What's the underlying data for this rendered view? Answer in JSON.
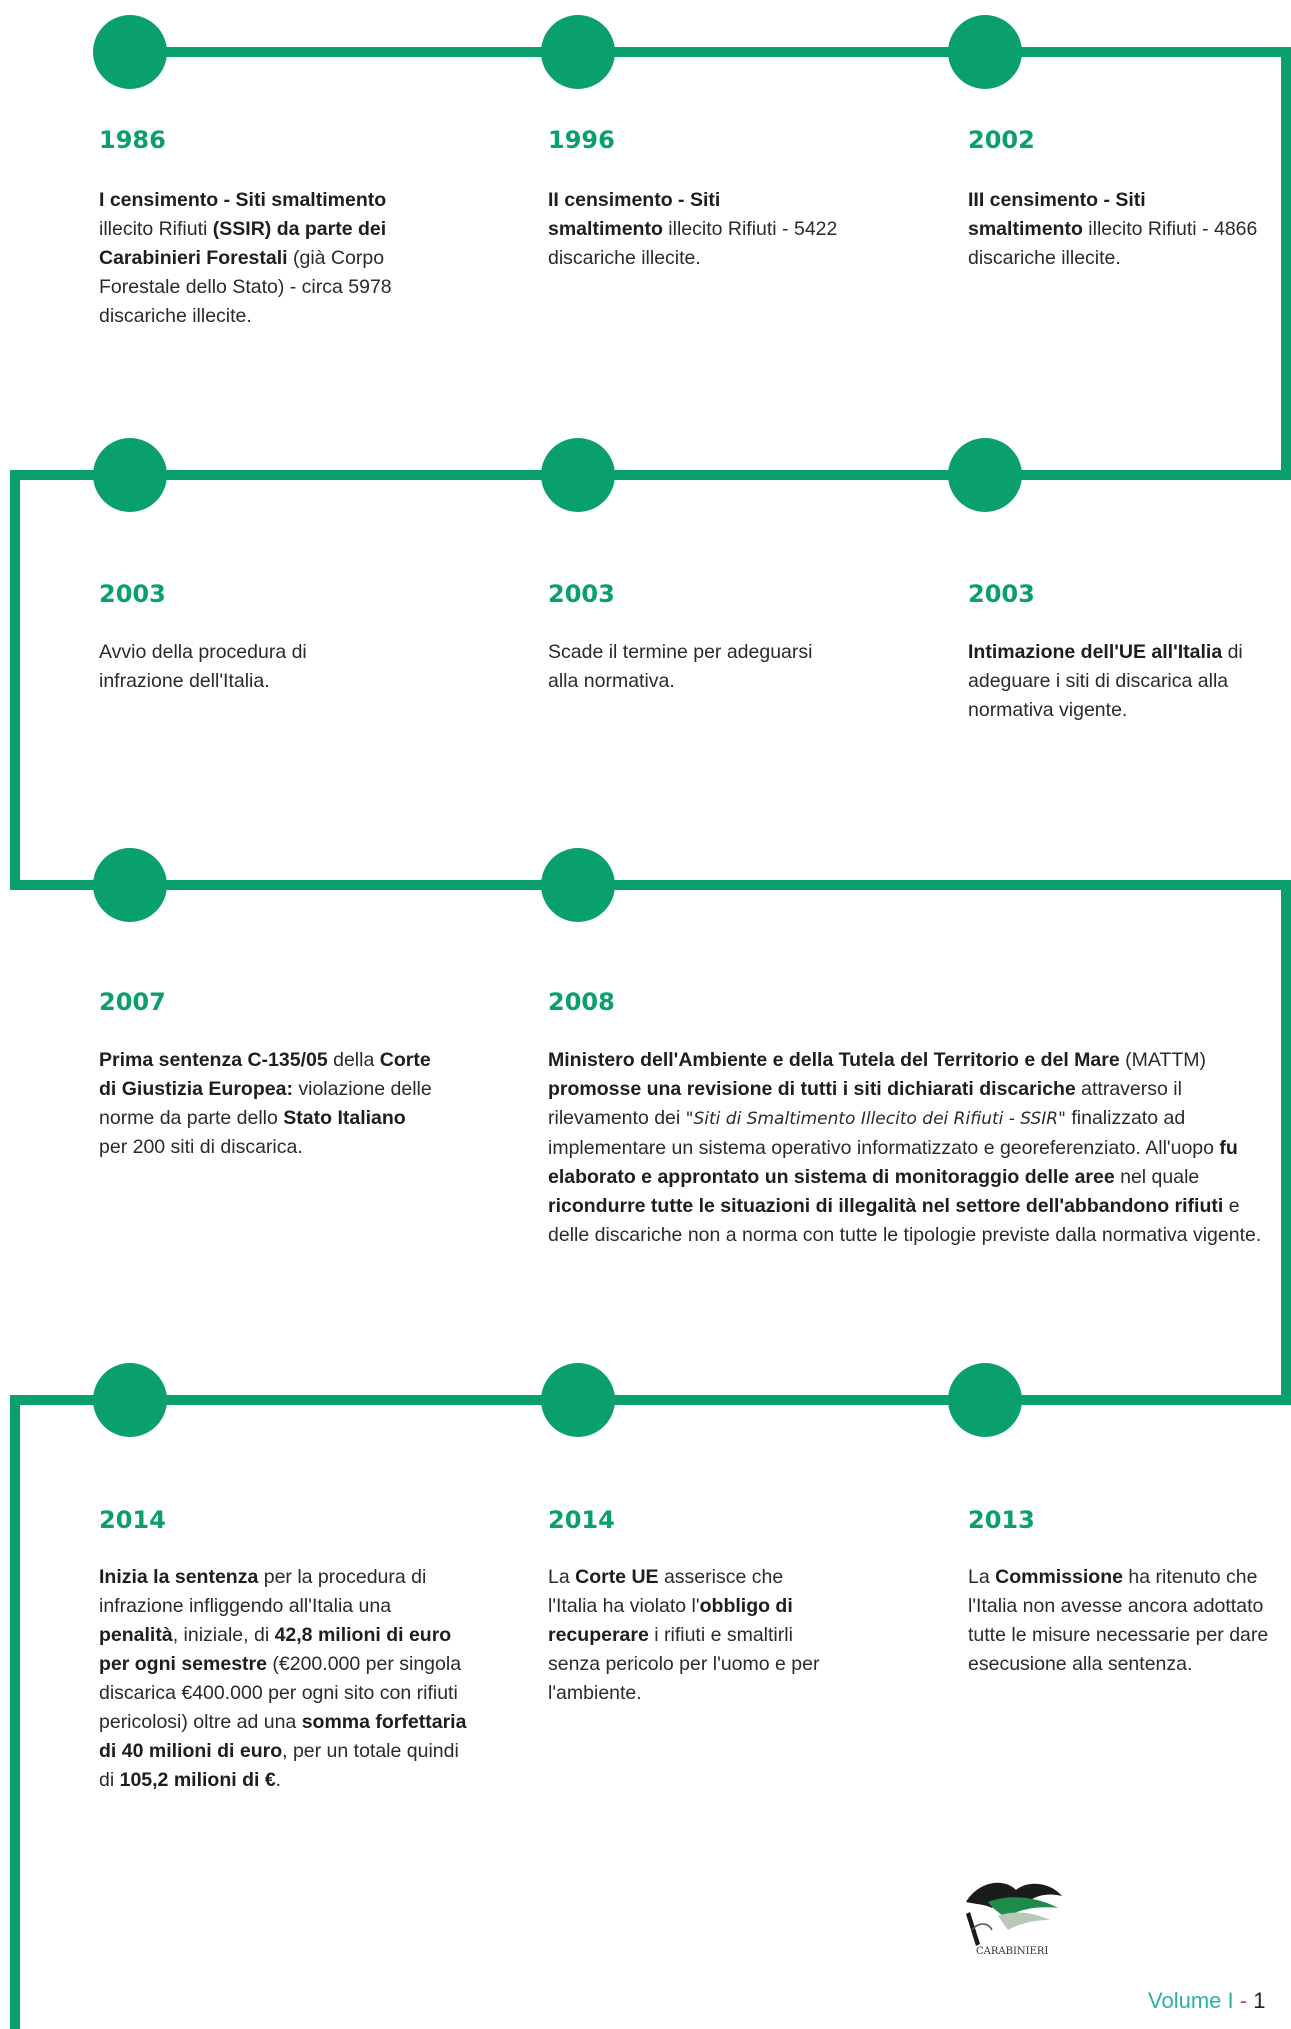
{
  "timeline": {
    "accent": "#0aa06e",
    "entries": [
      {
        "year": "1986",
        "html": "<b>I censimento - Siti smaltimento</b> illecito Rifiuti <b>(SSIR) da parte dei Carabinieri Forestali</b> (già Corpo Forestale dello Stato) - circa 5978 discariche illecite."
      },
      {
        "year": "1996",
        "html": "<b>II censimento - Siti smaltimento</b> illecito Rifiuti - 5422 discariche illecite."
      },
      {
        "year": "2002",
        "html": "<b>III censimento - Siti smaltimento</b> illecito Rifiuti - 4866 discariche illecite."
      },
      {
        "year": "2003",
        "html": "Avvio della procedura di infrazione dell'Italia."
      },
      {
        "year": "2003",
        "html": "Scade il termine per adeguarsi alla normativa."
      },
      {
        "year": "2003",
        "html": "<b>Intimazione dell'UE all'Italia</b> di adeguare i siti di discarica alla normativa vigente."
      },
      {
        "year": "2007",
        "html": "<b>Prima sentenza C-135/05</b> della <b>Corte di Giustizia Europea:</b> violazione delle norme da parte dello <b>Stato Italiano</b> per 200 siti di discarica."
      },
      {
        "year": "2008",
        "html": "<b>Ministero dell'Ambiente e della Tutela del Territorio e del Mare</b> (MATTM) <b>promosse una revisione di tutti i siti dichiarati discariche</b> attraverso il rilevamento dei <i>\"Siti di Smaltimento Illecito dei Rifiuti - SSIR\"</i> finalizzato ad implementare un sistema operativo informatizzato e georeferenziato. All'uopo <b>fu elaborato e approntato un sistema di monitoraggio delle aree</b> nel quale <b>ricondurre tutte le situazioni di illegalità nel settore dell'abbandono rifiuti</b> e delle discariche non a norma con tutte le tipologie previste dalla normativa vigente."
      },
      {
        "year": "2014",
        "html": "<b>Inizia la sentenza</b> per la procedura di infrazione infliggendo all'Italia una <b>penalità</b>, iniziale, di <b>42,8 milioni di euro per ogni semestre</b> (€200.000 per singola discarica €400.000 per ogni sito con rifiuti pericolosi) oltre ad una <b>somma forfettaria di 40 milioni di euro</b>, per un totale quindi di <b>105,2 milioni di €</b>."
      },
      {
        "year": "2014",
        "html": "La <b>Corte UE</b> asserisce che l'Italia ha violato l'<b>obbligo di recuperare</b> i rifiuti e smaltirli senza pericolo per l'uomo e per l'ambiente."
      },
      {
        "year": "2013",
        "html": "La <b>Commissione</b> ha ritenuto che l'Italia non avesse ancora adottato tutte le misure necessarie per dare esecusione alla sentenza."
      }
    ]
  },
  "logo": {
    "text": "CARABINIERI"
  },
  "footer": {
    "volume": "Volume I",
    "separator": "-",
    "page": "1"
  }
}
